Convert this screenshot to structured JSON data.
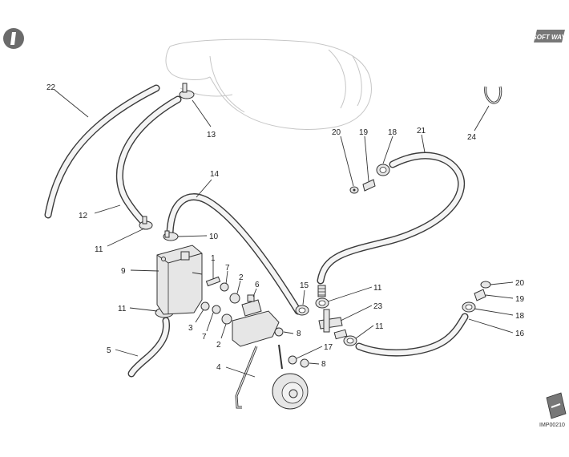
{
  "brand_logo_text": "SOFT WAY",
  "drawing_code": "IMP00210",
  "callouts": [
    {
      "id": "c22",
      "text": "22"
    },
    {
      "id": "c13",
      "text": "13"
    },
    {
      "id": "c12",
      "text": "12"
    },
    {
      "id": "c11a",
      "text": "11"
    },
    {
      "id": "c10",
      "text": "10"
    },
    {
      "id": "c14",
      "text": "14"
    },
    {
      "id": "c9",
      "text": "9"
    },
    {
      "id": "c1",
      "text": "1"
    },
    {
      "id": "c7a",
      "text": "7"
    },
    {
      "id": "c2a",
      "text": "2"
    },
    {
      "id": "c6",
      "text": "6"
    },
    {
      "id": "c11b",
      "text": "11"
    },
    {
      "id": "c3",
      "text": "3"
    },
    {
      "id": "c7b",
      "text": "7"
    },
    {
      "id": "c2b",
      "text": "2"
    },
    {
      "id": "c5",
      "text": "5"
    },
    {
      "id": "c4",
      "text": "4"
    },
    {
      "id": "c8a",
      "text": "8"
    },
    {
      "id": "c17",
      "text": "17"
    },
    {
      "id": "c8b",
      "text": "8"
    },
    {
      "id": "c15",
      "text": "15"
    },
    {
      "id": "c11c",
      "text": "11"
    },
    {
      "id": "c23",
      "text": "23"
    },
    {
      "id": "c11d",
      "text": "11"
    },
    {
      "id": "c20a",
      "text": "20"
    },
    {
      "id": "c19a",
      "text": "19"
    },
    {
      "id": "c18a",
      "text": "18"
    },
    {
      "id": "c21",
      "text": "21"
    },
    {
      "id": "c24",
      "text": "24"
    },
    {
      "id": "c20b",
      "text": "20"
    },
    {
      "id": "c19b",
      "text": "19"
    },
    {
      "id": "c18b",
      "text": "18"
    },
    {
      "id": "c16",
      "text": "16"
    }
  ]
}
